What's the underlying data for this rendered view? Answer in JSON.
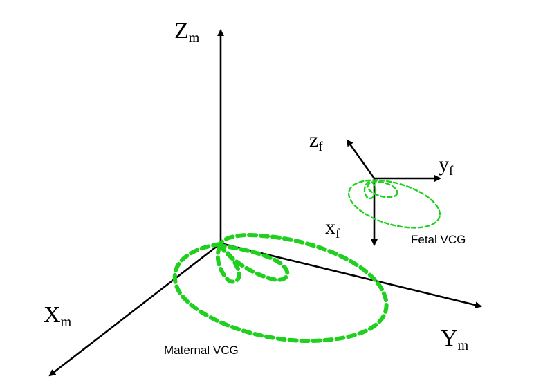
{
  "maternal_axes": {
    "z": {
      "main": "Z",
      "sub": "m"
    },
    "x": {
      "main": "X",
      "sub": "m"
    },
    "y": {
      "main": "Y",
      "sub": "m"
    }
  },
  "fetal_axes": {
    "z": {
      "main": "z",
      "sub": "f"
    },
    "y": {
      "main": "y",
      "sub": "f"
    },
    "x": {
      "main": "x",
      "sub": "f"
    }
  },
  "captions": {
    "maternal": "Maternal VCG",
    "fetal": "Fetal VCG"
  },
  "colors": {
    "axes": "#000000",
    "vcg_loop": "#1fd01f"
  }
}
